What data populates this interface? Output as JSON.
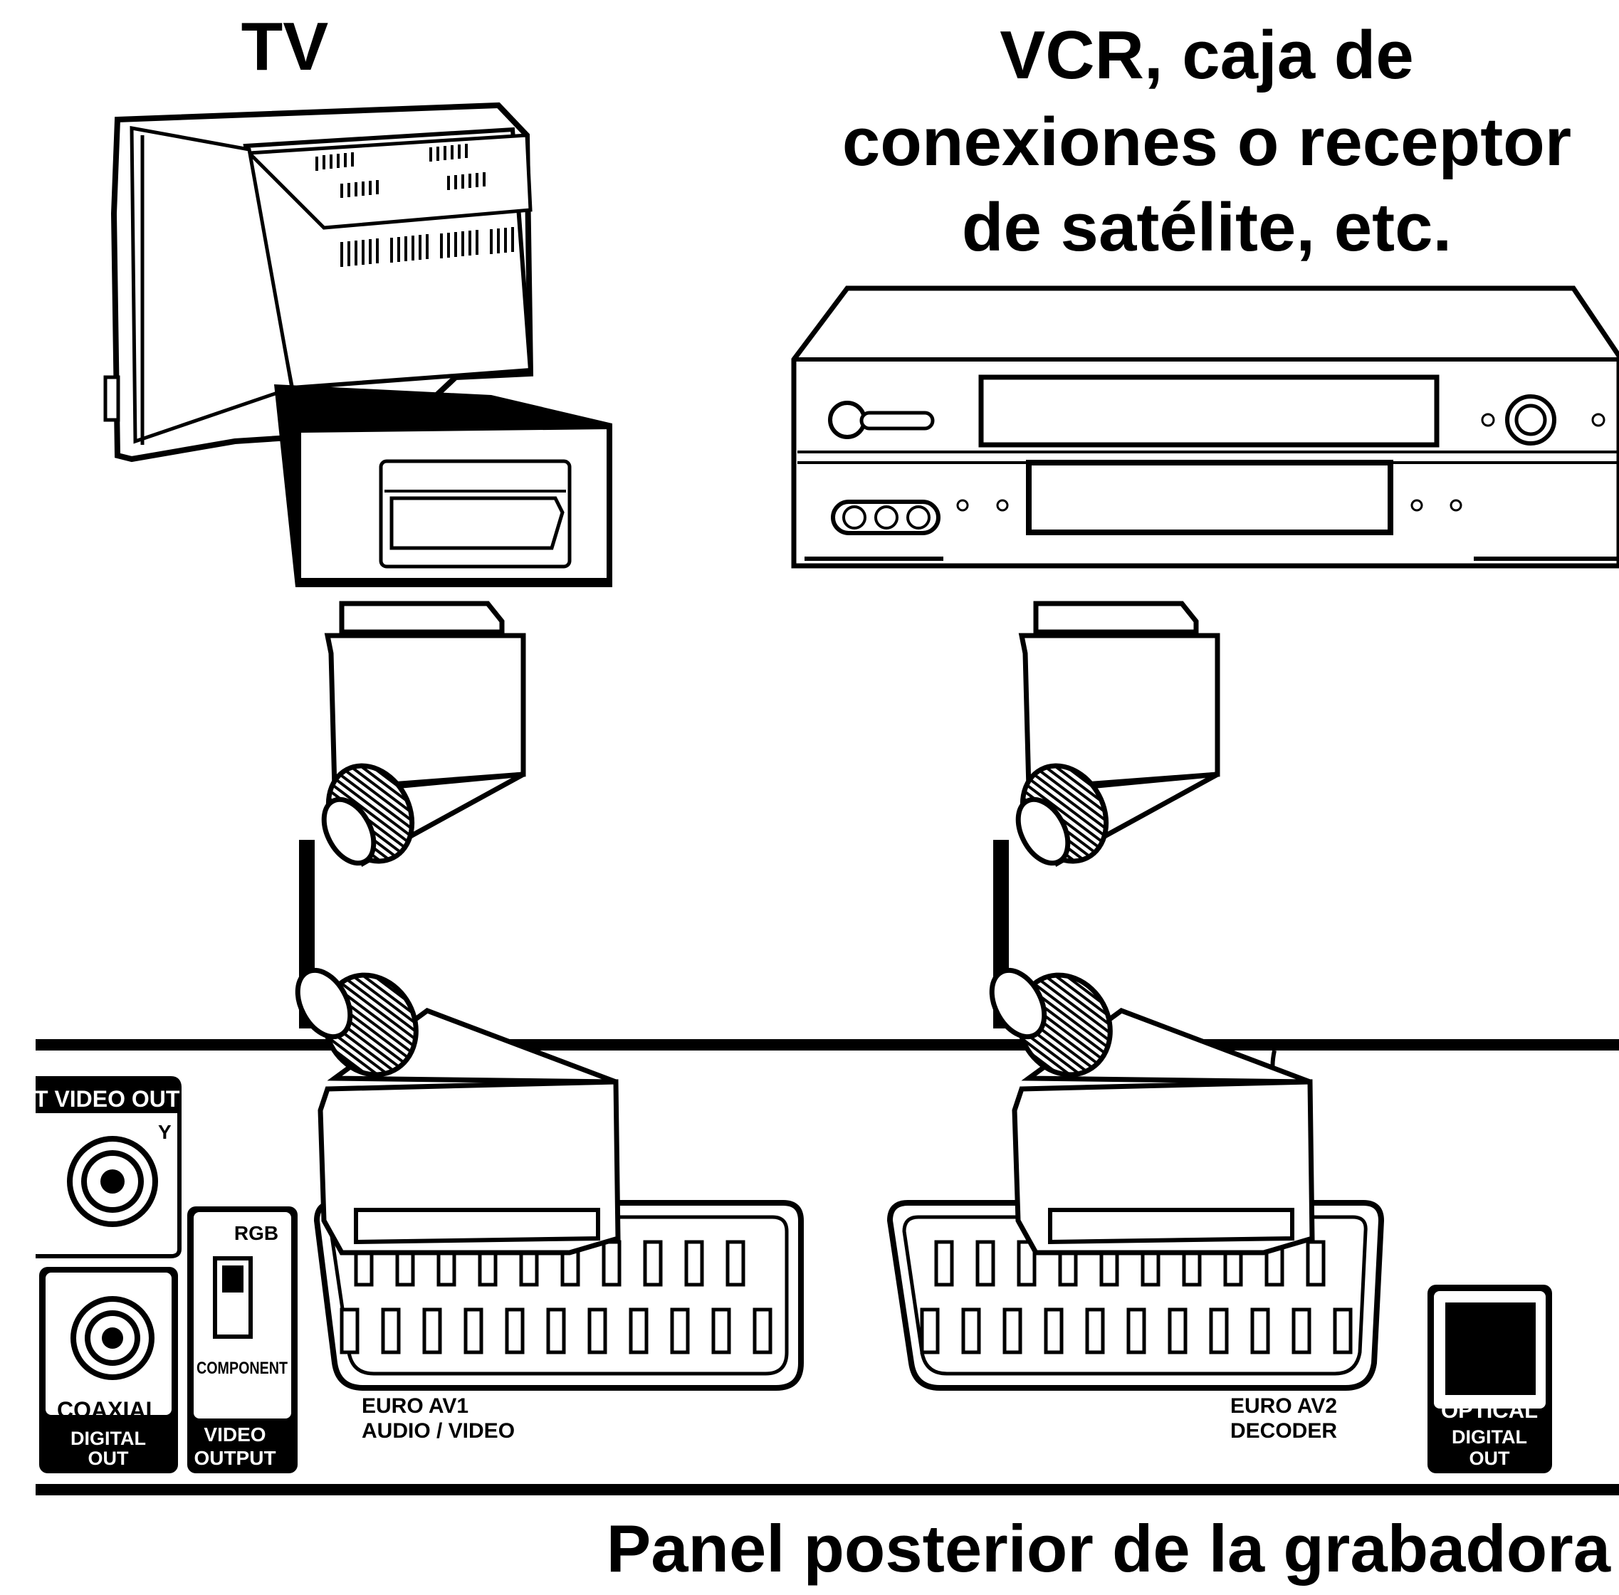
{
  "headings": {
    "tv": "TV",
    "vcr_lines": [
      "VCR, caja de",
      "conexiones o receptor",
      "de satélite, etc."
    ],
    "panel": "Panel posterior de la grabadora"
  },
  "panel_labels": {
    "component_video_out": "T VIDEO OUT",
    "y": "Y",
    "coaxial": "COAXIAL",
    "digital_out_coax_1": "DIGITAL",
    "digital_out_coax_2": "OUT",
    "rgb": "RGB",
    "component": "COMPONENT",
    "video_output_1": "VIDEO",
    "video_output_2": "OUTPUT",
    "euro_av1_1": "EURO AV1",
    "euro_av1_2": "AUDIO / VIDEO",
    "euro_av2_1": "EURO AV2",
    "euro_av2_2": "DECODER",
    "optical": "OPTICAL",
    "digital_out_opt_1": "DIGITAL",
    "digital_out_opt_2": "OUT"
  },
  "colors": {
    "ink": "#000000",
    "paper": "#ffffff"
  }
}
